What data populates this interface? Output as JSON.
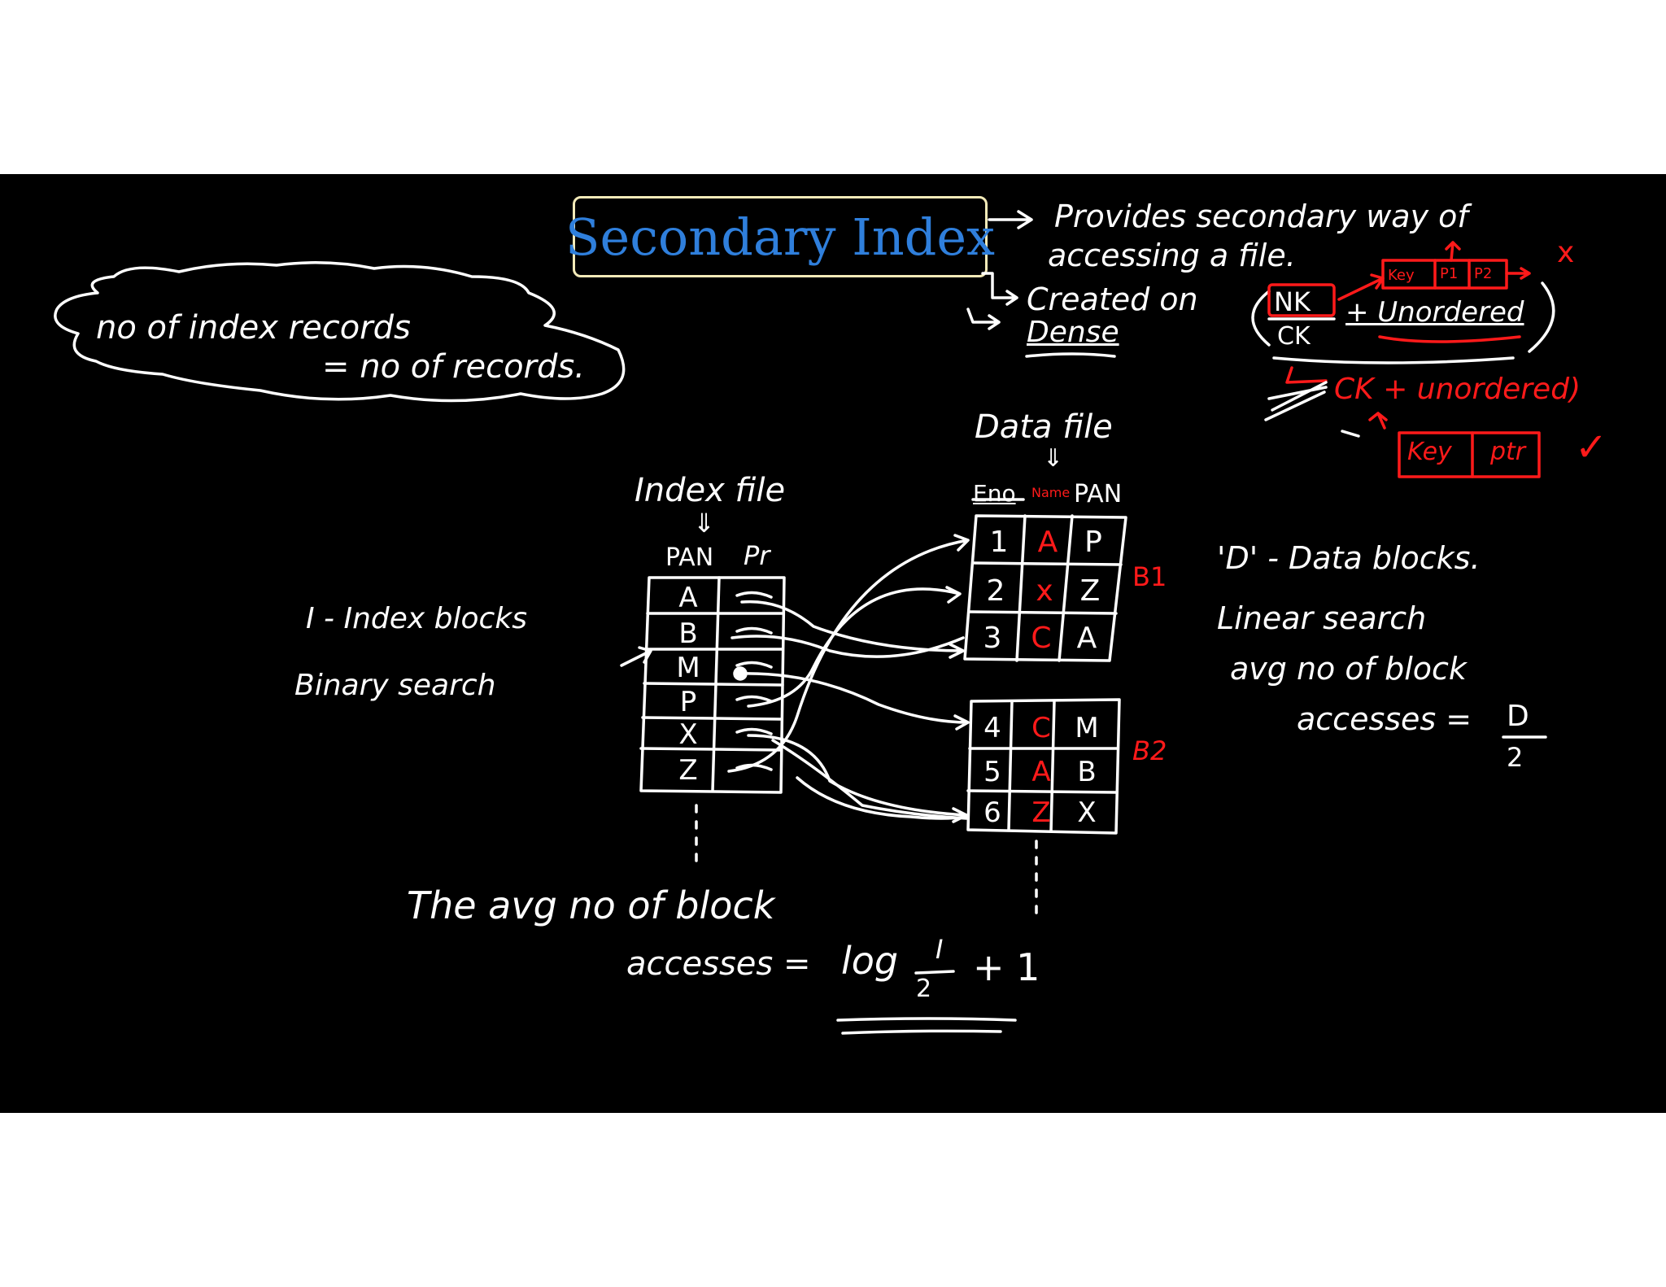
{
  "title": "Secondary Index",
  "notes": {
    "provides_1": "Provides secondary way of",
    "provides_2": "accessing a file.",
    "created_on": "Created on",
    "dense": "Dense",
    "nk": "NK",
    "ck": "CK",
    "plus_unordered": "+ Unordered",
    "ck_unordered": "CK + unordered)",
    "key_p1_p2": [
      "Key",
      "P1",
      "P2"
    ],
    "key_ptr": [
      "Key",
      "ptr"
    ],
    "cross": "x",
    "check": "✓"
  },
  "cloud": {
    "line1": "no of index records",
    "line2": "= no of records."
  },
  "left_notes": {
    "item1": "I - Index blocks",
    "item2": "Binary search"
  },
  "right_notes": {
    "item1": "'D' - Data blocks.",
    "item2": "Linear search",
    "item3": "avg no of block",
    "item4": "accesses =",
    "frac_num": "D",
    "frac_den": "2"
  },
  "index_file": {
    "label": "Index file",
    "arrow": "⇓",
    "col1": "PAN",
    "col2": "Pr",
    "rows": [
      "A",
      "B",
      "M",
      "P",
      "X",
      "Z"
    ]
  },
  "data_file": {
    "label": "Data file",
    "arrow": "⇓",
    "col1": "Eno",
    "col2": "Name",
    "col3": "PAN",
    "block1_label": "B1",
    "block2_label": "B2",
    "block1": [
      [
        "1",
        "A",
        "P"
      ],
      [
        "2",
        "x",
        "Z"
      ],
      [
        "3",
        "C",
        "A"
      ]
    ],
    "block2": [
      [
        "4",
        "C",
        "M"
      ],
      [
        "5",
        "A",
        "B"
      ],
      [
        "6",
        "Z",
        "X"
      ]
    ]
  },
  "bottom": {
    "line1": "The avg no of block",
    "line2": "accesses =",
    "log": "log",
    "sup": "I",
    "sub": "2",
    "plus_one": "+ 1"
  },
  "colors": {
    "board": "#000000",
    "ink": "#ffffff",
    "accent_red": "#ff1a1a",
    "title_blue": "#2f7fdc",
    "title_border": "#f3eab8"
  }
}
